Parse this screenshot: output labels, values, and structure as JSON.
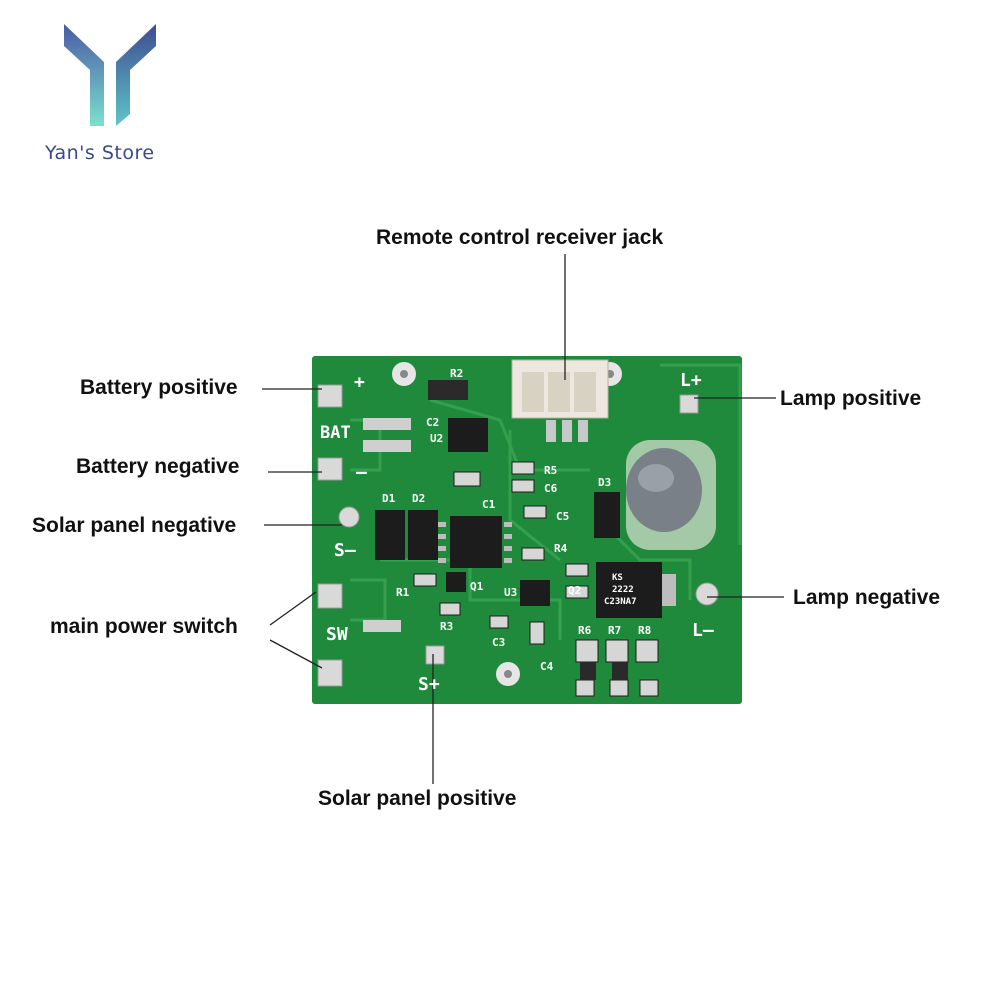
{
  "brand": {
    "name": "Yan's Store"
  },
  "callouts": {
    "remote_jack": "Remote control receiver jack",
    "battery_positive": "Battery positive",
    "battery_negative": "Battery negative",
    "solar_negative": "Solar panel negative",
    "main_switch": "main power switch",
    "solar_positive": "Solar panel positive",
    "lamp_positive": "Lamp positive",
    "lamp_negative": "Lamp negative"
  },
  "pcb_markings": {
    "plus": "+",
    "minus": "–",
    "bat": "BAT",
    "s_minus": "S–",
    "sw": "SW",
    "s_plus": "S+",
    "l_plus": "L+",
    "l_minus": "L–",
    "r2": "R2",
    "c2": "C2",
    "u2": "U2",
    "r5": "R5",
    "c6": "C6",
    "c1": "C1",
    "c5": "C5",
    "d1": "D1",
    "d2": "D2",
    "d3": "D3",
    "r4": "R4",
    "r1": "R1",
    "q1": "Q1",
    "u3": "U3",
    "q2": "Q2",
    "r3": "R3",
    "c3": "C3",
    "c4": "C4",
    "r6": "R6",
    "r7": "R7",
    "r8": "R8",
    "chip_text_1": "KS",
    "chip_text_2": "2222",
    "chip_text_3": "C23NA7"
  },
  "colors": {
    "pcb_green": "#1f8a3c",
    "pcb_trace": "#2fa04c",
    "pad_silver": "#d9d9d9",
    "brand_dark": "#3b4a8a",
    "brand_teal": "#6fd3c9"
  }
}
